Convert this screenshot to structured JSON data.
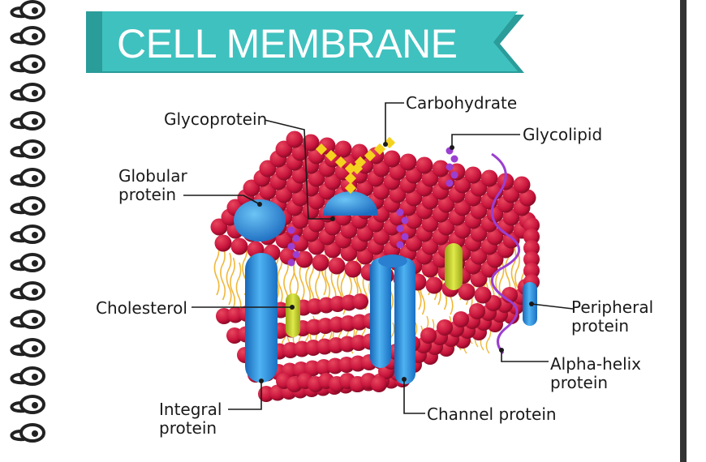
{
  "title": "CELL MEMBRANE",
  "colors": {
    "banner": "#3fc1bf",
    "banner_dark": "#2a9c9a",
    "phospholipid_head": "#c8143c",
    "phospholipid_tail": "#f0b83a",
    "protein_blue": "#2f8fe0",
    "cholesterol": "#c6d42a",
    "glycolipid": "#9b3fd1",
    "carbohydrate": "#f5d21f"
  },
  "labels": {
    "glycoprotein": "Glycoprotein",
    "carbohydrate": "Carbohydrate",
    "glycolipid": "Glycolipid",
    "globular_protein_line1": "Globular",
    "globular_protein_line2": "protein",
    "cholesterol": "Cholesterol",
    "peripheral_protein_line1": "Peripheral",
    "peripheral_protein_line2": "protein",
    "alpha_helix_line1": "Alpha-helix",
    "alpha_helix_line2": "protein",
    "integral_protein_line1": "Integral",
    "integral_protein_line2": "protein",
    "channel_protein": "Channel protein"
  }
}
